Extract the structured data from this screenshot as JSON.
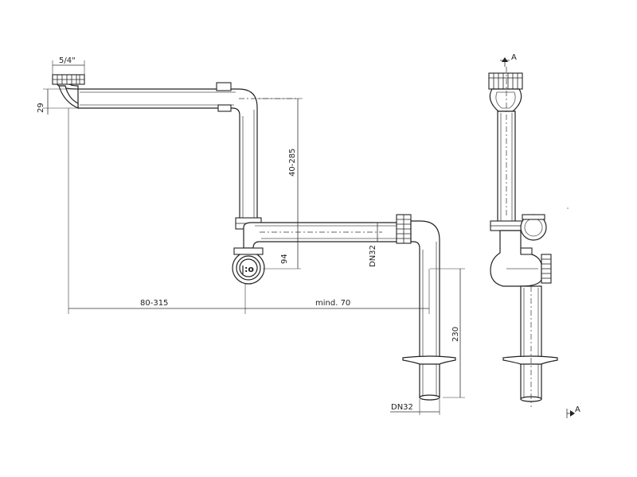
{
  "dimensions": {
    "thread": "5/4\"",
    "height_29": "29",
    "vertical_range": "40-285",
    "offset_94": "94",
    "dn32_horizontal": "DN32",
    "horizontal_range": "80-315",
    "min_70": "mind. 70",
    "height_230": "230",
    "dn32_bottom": "DN32"
  },
  "section_marks": {
    "top": "A",
    "bottom": "A"
  },
  "colors": {
    "line": "#222222",
    "background": "#ffffff"
  }
}
